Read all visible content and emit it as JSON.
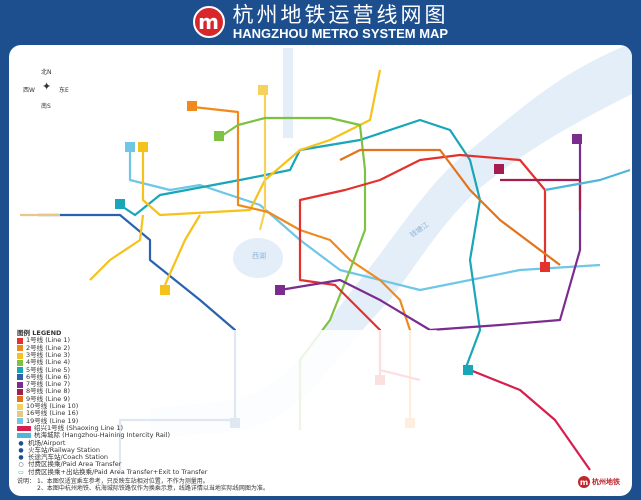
{
  "header": {
    "logo_letter": "m",
    "title_cn": "杭州地铁运营线网图",
    "title_en": "HANGZHOU METRO SYSTEM MAP"
  },
  "compass": {
    "north": "北N",
    "south": "南S",
    "west": "西W",
    "east": "东E"
  },
  "water_labels": {
    "west_lake": "西湖",
    "qiantang": "钱塘江"
  },
  "legend": {
    "title": "图例 LEGEND",
    "lines": [
      {
        "label": "1号线 (Line 1)",
        "color": "#e3312d"
      },
      {
        "label": "2号线 (Line 2)",
        "color": "#f08a1d"
      },
      {
        "label": "3号线 (Line 3)",
        "color": "#f5c21b"
      },
      {
        "label": "4号线 (Line 4)",
        "color": "#7dc242"
      },
      {
        "label": "5号线 (Line 5)",
        "color": "#19a6b8"
      },
      {
        "label": "6号线 (Line 6)",
        "color": "#2a62b0"
      },
      {
        "label": "7号线 (Line 7)",
        "color": "#7a2d8f"
      },
      {
        "label": "8号线 (Line 8)",
        "color": "#a51c4f"
      },
      {
        "label": "9号线 (Line 9)",
        "color": "#e2731c"
      },
      {
        "label": "10号线 (Line 10)",
        "color": "#f3d35c"
      },
      {
        "label": "16号线 (Line 16)",
        "color": "#e8c78a"
      },
      {
        "label": "19号线 (Line 19)",
        "color": "#6fc6e6"
      }
    ],
    "extras": [
      {
        "label": "绍兴1号线 (Shaoxing Line 1)",
        "color": "#d61f4e"
      },
      {
        "label": "杭海城际 (Hangzhou-Haining Intercity Rail)",
        "color": "#4fb6d8"
      }
    ],
    "symbols": [
      {
        "icon": "airport-icon",
        "label": "机场/Airport"
      },
      {
        "icon": "railway-station-icon",
        "label": "火车站/Railway Station"
      },
      {
        "icon": "coach-station-icon",
        "label": "长途汽车站/Coach Station"
      },
      {
        "icon": "transfer-icon",
        "label": "付费区换乘/Paid Area Transfer"
      },
      {
        "icon": "exit-transfer-icon",
        "label": "付费区换乘+出站换乘/Paid Area Transfer+Exit to Transfer"
      }
    ]
  },
  "notes": {
    "label": "说明：",
    "n1": "1、本图仅适宜乘车参考，只反映车站相对位置，不作为测量用。",
    "n2": "2、本图中杭州地铁、杭海城际铁路仅作为换乘示意，线路详情以当地实际线网图为准。"
  },
  "footer": {
    "logo_text": "杭州地铁"
  }
}
